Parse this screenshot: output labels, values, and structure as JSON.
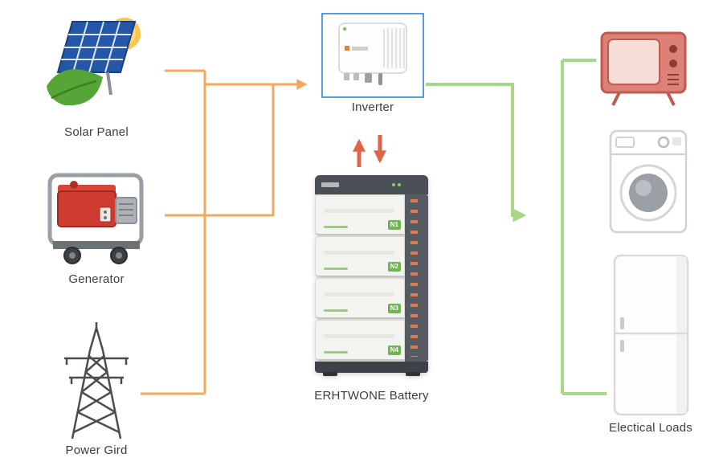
{
  "labels": {
    "solar_panel": "Solar Panel",
    "generator": "Generator",
    "power_grid": "Power Gird",
    "inverter": "Inverter",
    "battery": "ERHTWONE Battery",
    "loads": "Electical Loads"
  },
  "battery_modules": [
    "N1",
    "N2",
    "N3",
    "N4"
  ],
  "colors": {
    "source_line": "#f2a95f",
    "load_line": "#a6d888",
    "battery_arrow": "#e0644a",
    "inverter_border": "#5b9bd5",
    "chip_green": "#6cb84f"
  }
}
